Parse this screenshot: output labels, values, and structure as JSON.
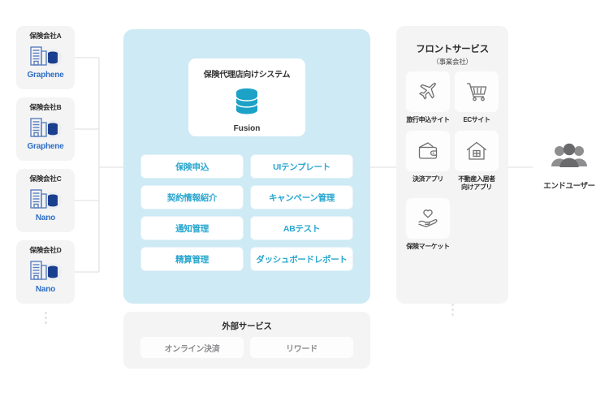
{
  "diagram": {
    "carriers": [
      {
        "title": "保険会社A",
        "system": "Graphene",
        "icon": "building-database-icon"
      },
      {
        "title": "保険会社B",
        "system": "Graphene",
        "icon": "building-database-icon"
      },
      {
        "title": "保険会社C",
        "system": "Nano",
        "icon": "building-database-icon"
      },
      {
        "title": "保険会社D",
        "system": "Nano",
        "icon": "building-database-icon"
      }
    ],
    "carriers_more_icon": "vertical-ellipsis-icon",
    "core": {
      "card_title": "保険代理店向けシステム",
      "card_name": "Fusion",
      "card_icon": "database-stack-icon",
      "features": [
        "保険申込",
        "UIテンプレート",
        "契約情報紹介",
        "キャンペーン管理",
        "通知管理",
        "ABテスト",
        "精算管理",
        "ダッシュボードレポート"
      ]
    },
    "external": {
      "title": "外部サービス",
      "items": [
        "オンライン決済",
        "リワード"
      ]
    },
    "front": {
      "title": "フロントサービス",
      "subtitle": "（事業会社）",
      "items": [
        {
          "label": "旅行申込サイト",
          "icon": "airplane-icon"
        },
        {
          "label": "ECサイト",
          "icon": "shopping-cart-icon"
        },
        {
          "label": "決済アプリ",
          "icon": "wallet-icon"
        },
        {
          "label": "不動産入居者\n向けアプリ",
          "icon": "house-icon"
        },
        {
          "label": "保険マーケット",
          "icon": "hand-heart-icon"
        }
      ],
      "more_icon": "vertical-ellipsis-icon"
    },
    "end_user": {
      "label": "エンドユーザー",
      "icon": "people-group-icon"
    },
    "colors": {
      "panel_blue": "#cdeaf5",
      "tile_text": "#2aa7cf",
      "carrier_name": "#2f6fc4",
      "db_cyan": "#1ba2c6",
      "db_navy": "#1a3f8f",
      "surface_gray": "#f4f4f5",
      "connector": "#dcdcdc"
    }
  }
}
